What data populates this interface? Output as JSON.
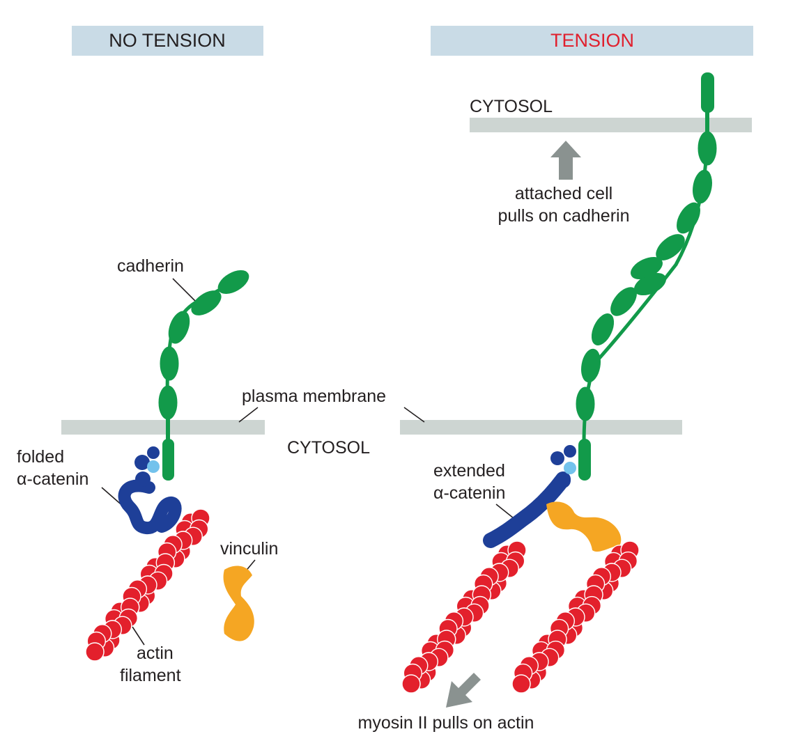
{
  "panels": {
    "left_header": "NO TENSION",
    "right_header": "TENSION"
  },
  "labels": {
    "cytosol_top": "CYTOSOL",
    "cytosol_mid": "CYTOSOL",
    "plasma_membrane": "plasma membrane",
    "cadherin": "cadherin",
    "folded_line1": "folded",
    "folded_line2": "α-catenin",
    "extended_line1": "extended",
    "extended_line2": "α-catenin",
    "vinculin": "vinculin",
    "actin_line1": "actin",
    "actin_line2": "filament",
    "pull_cell_line1": "attached cell",
    "pull_cell_line2": "pulls on cadherin",
    "myosin": "myosin II pulls on actin"
  },
  "colors": {
    "header_bg": "#c9dbe6",
    "header_text": "#231f20",
    "tension_text": "#e0202e",
    "membrane": "#cdd5d2",
    "cadherin": "#129a4a",
    "catenin_dark": "#1e3f98",
    "catenin_light": "#73c2ec",
    "vinculin": "#f5a623",
    "actin": "#e3202c",
    "arrow": "#8a9290"
  }
}
